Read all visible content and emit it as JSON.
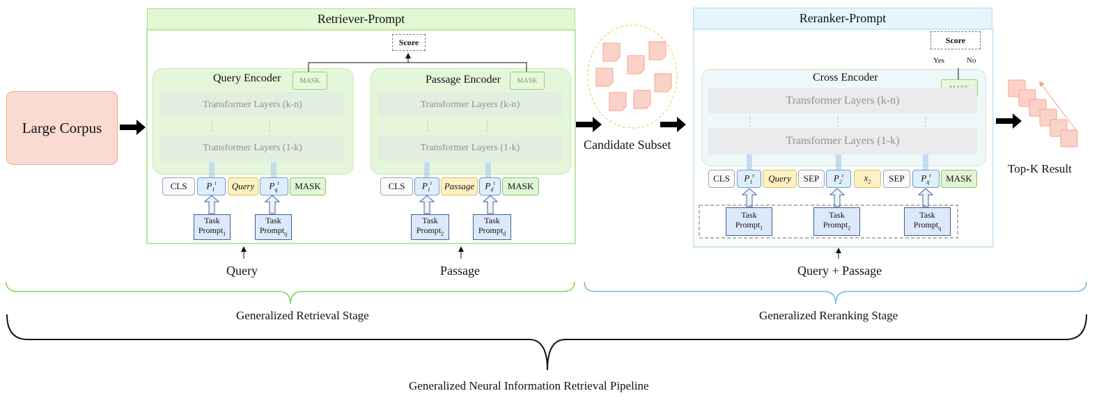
{
  "corpus": {
    "label": "Large Corpus"
  },
  "retriever": {
    "banner": "Retriever-Prompt",
    "score": "Score",
    "query_encoder": {
      "title": "Query Encoder",
      "mask": "MASK",
      "layer_top": "Transformer Layers (k-n)",
      "layer_bottom": "Transformer Layers (1-k)",
      "tokens": [
        {
          "kind": "plain",
          "label": "CLS"
        },
        {
          "kind": "prompt",
          "base": "P",
          "sup": "t",
          "sub": "1"
        },
        {
          "kind": "text",
          "label": "Query"
        },
        {
          "kind": "prompt",
          "base": "P",
          "sup": "t",
          "sub": "q"
        },
        {
          "kind": "mask",
          "label": "MASK"
        }
      ],
      "task_prompts": [
        {
          "line1": "Task",
          "line2": "Prompt",
          "sub": "1"
        },
        {
          "line1": "Task",
          "line2": "Prompt",
          "sub": "q"
        }
      ],
      "input_label": "Query"
    },
    "passage_encoder": {
      "title": "Passage Encoder",
      "mask": "MASK",
      "layer_top": "Transformer Layers (k-n)",
      "layer_bottom": "Transformer Layers (1-k)",
      "tokens": [
        {
          "kind": "plain",
          "label": "CLS"
        },
        {
          "kind": "prompt",
          "base": "P",
          "sup": "t",
          "sub": "1"
        },
        {
          "kind": "text",
          "label": "Passage"
        },
        {
          "kind": "prompt",
          "base": "P",
          "sup": "t",
          "sub": "d"
        },
        {
          "kind": "mask",
          "label": "MASK"
        }
      ],
      "task_prompts": [
        {
          "line1": "Task",
          "line2": "Prompt",
          "sub": "2"
        },
        {
          "line1": "Task",
          "line2": "Prompt",
          "sub": "d"
        }
      ],
      "input_label": "Passage"
    }
  },
  "candidate": {
    "label": "Candidate Subset"
  },
  "reranker": {
    "banner": "Reranker-Prompt",
    "score": "Score",
    "yes": "Yes",
    "no": "No",
    "cross_encoder": {
      "title": "Cross Encoder",
      "mask": "MASK",
      "layer_top": "Transformer Layers (k-n)",
      "layer_bottom": "Transformer Layers (1-k)"
    },
    "tokens": [
      {
        "kind": "plain",
        "label": "CLS"
      },
      {
        "kind": "prompt",
        "base": "P",
        "sup": "t",
        "sub": "1"
      },
      {
        "kind": "text",
        "label": "Query"
      },
      {
        "kind": "plain",
        "label": "SEP"
      },
      {
        "kind": "prompt",
        "base": "P",
        "sup": "t",
        "sub": "2"
      },
      {
        "kind": "text",
        "base": "x",
        "sub": "2"
      },
      {
        "kind": "plain",
        "label": "SEP"
      },
      {
        "kind": "prompt",
        "base": "P",
        "sup": "t",
        "sub": "q"
      },
      {
        "kind": "mask",
        "label": "MASK"
      }
    ],
    "task_prompts": [
      {
        "line1": "Task",
        "line2": "Prompt",
        "sub": "1"
      },
      {
        "line1": "Task",
        "line2": "Prompt",
        "sub": "2"
      },
      {
        "line1": "Task",
        "line2": "Prompt",
        "sub": "q"
      }
    ],
    "input_label": "Query + Passage"
  },
  "topk": {
    "label": "Top-K Result"
  },
  "stages": {
    "retrieval": "Generalized Retrieval Stage",
    "reranking": "Generalized Reranking Stage",
    "pipeline": "Generalized Neural Information Retrieval Pipeline"
  },
  "colors": {
    "green_frame": "#b8ea97",
    "blue_frame": "#cbe6f5",
    "corpus_fill": "#fadbd2",
    "doc_fill": "#fbd2c7",
    "doc_stroke": "#f0a48d",
    "brace_green": "#7ed957",
    "brace_blue": "#6fb7e6"
  }
}
